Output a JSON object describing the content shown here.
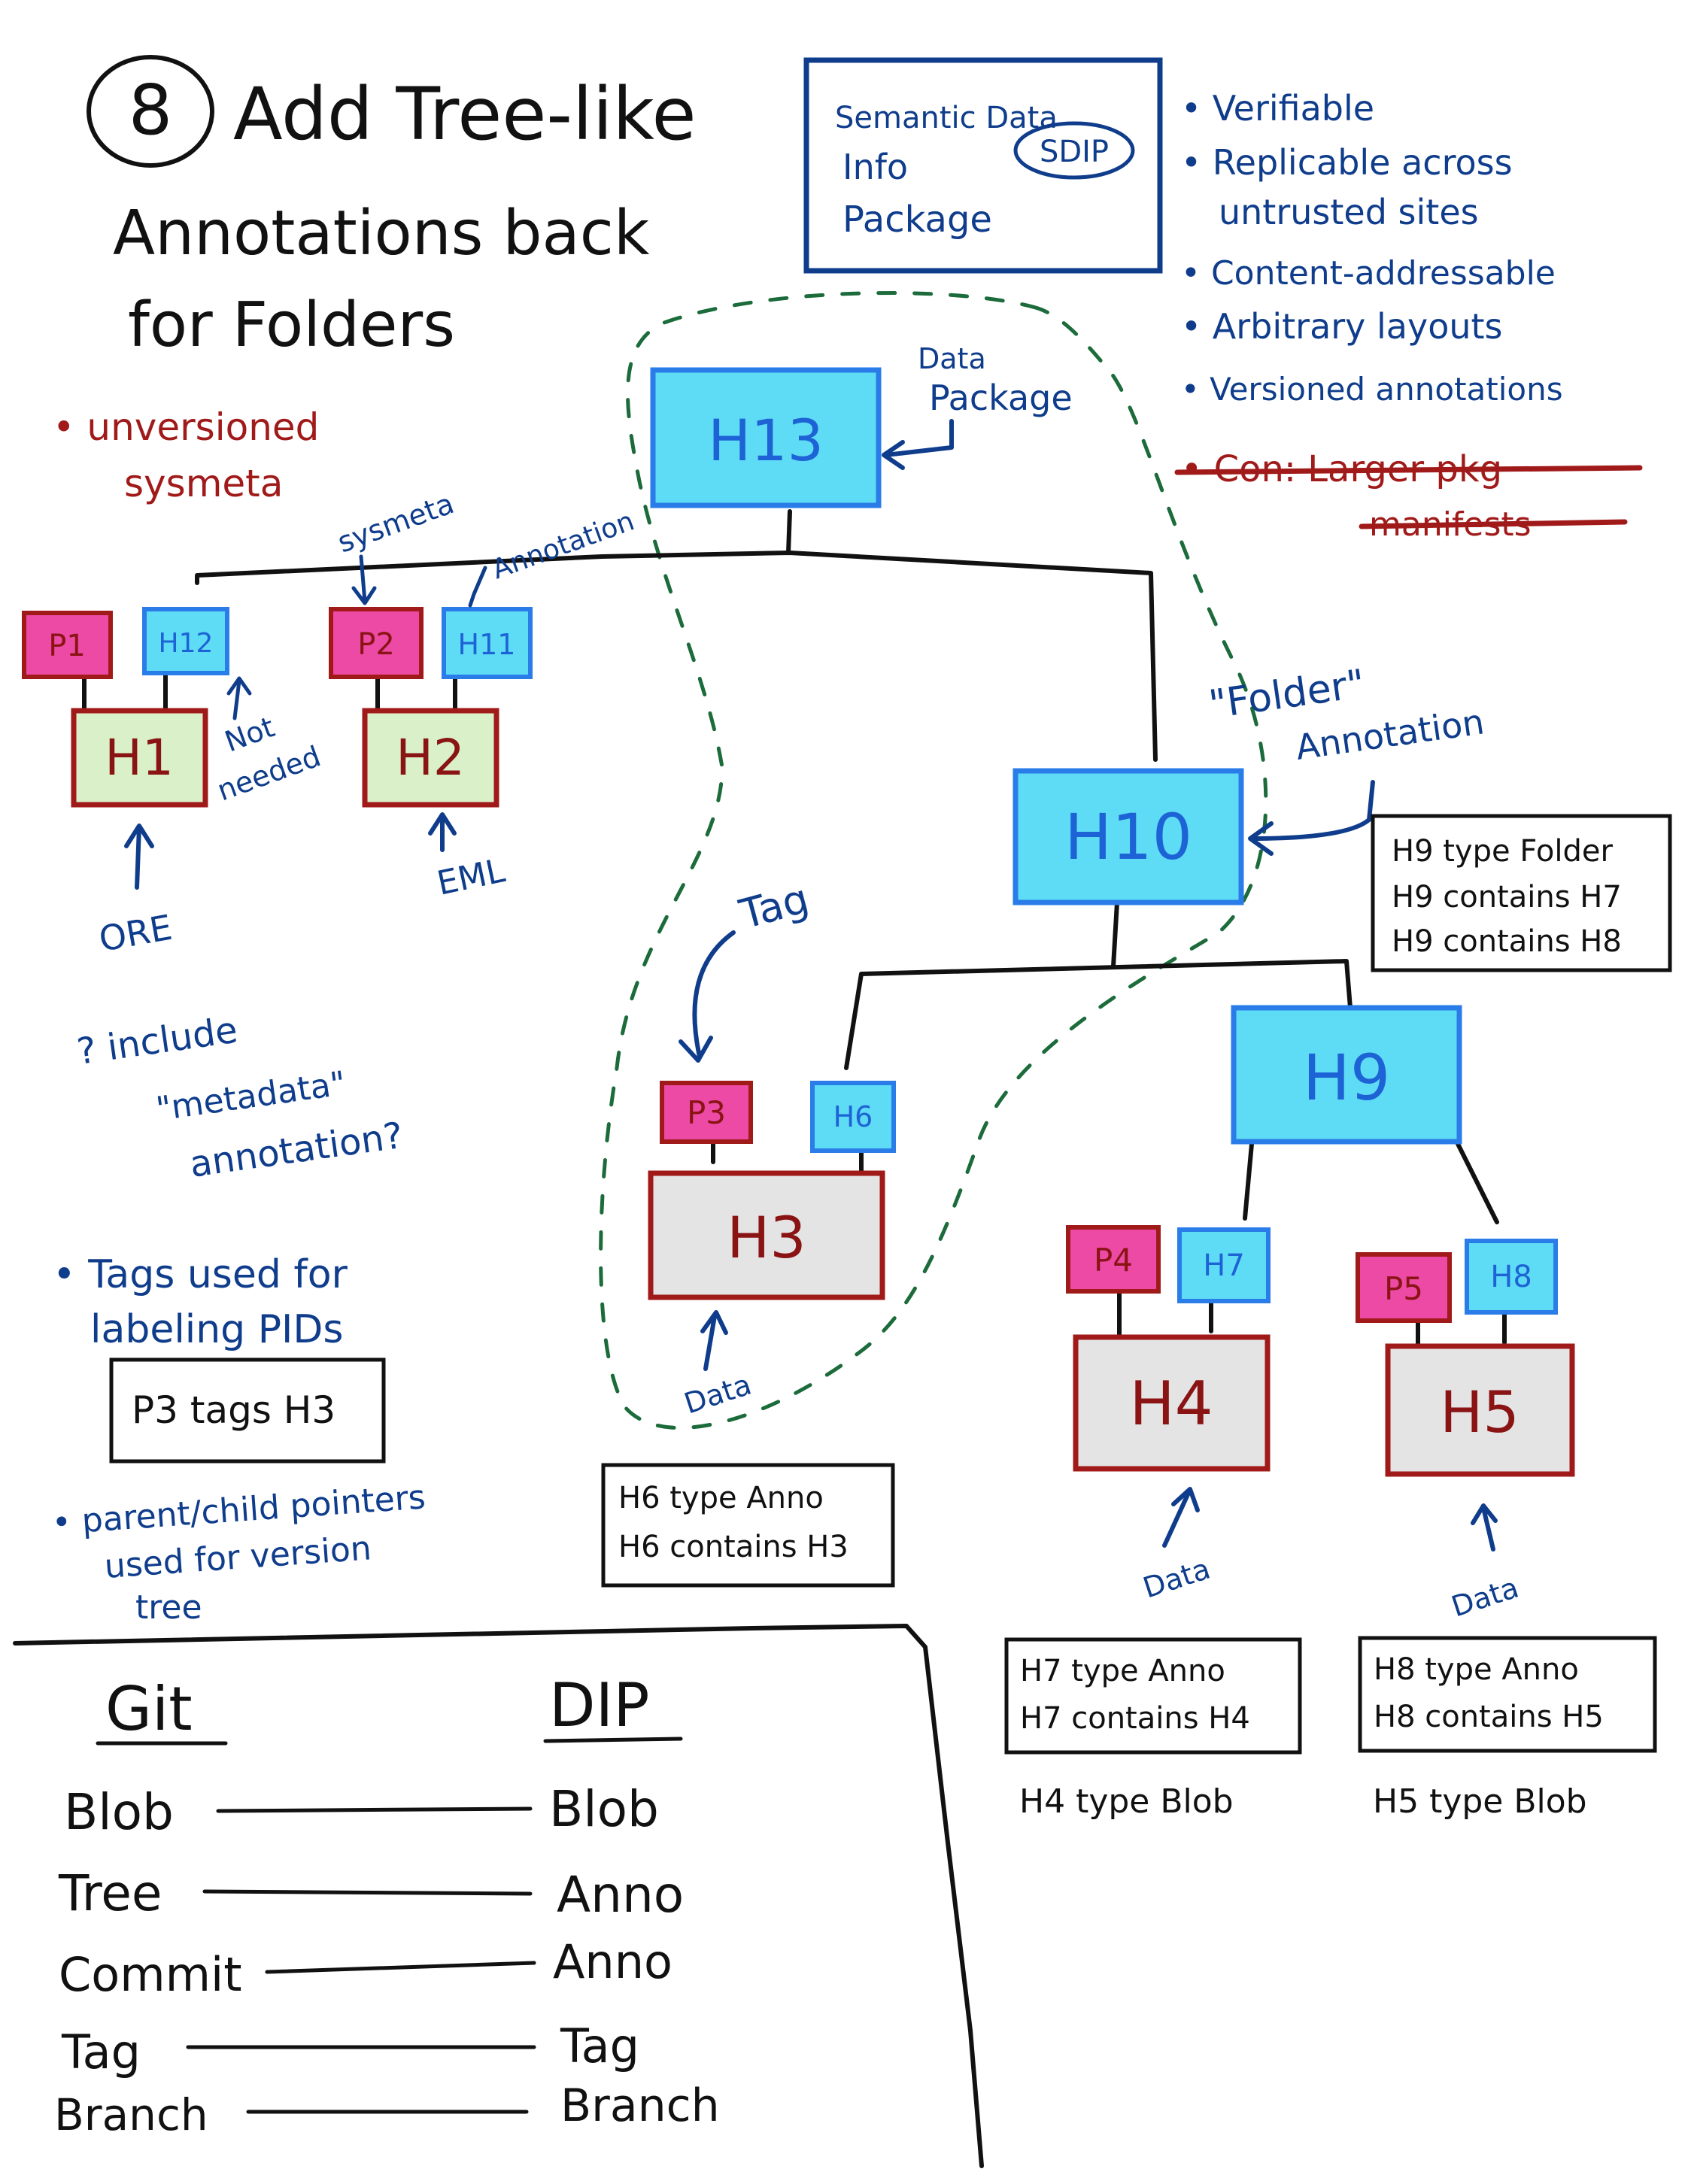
{
  "colors": {
    "ink": "#111111",
    "blue_ink": "#0f3d8c",
    "red_ink": "#a11a1a",
    "cyan_fill": "#5fdcf5",
    "cyan_stroke": "#2a7de8",
    "pink_fill": "#ec4aa5",
    "green_fill": "#d9f0c9",
    "grey_fill": "#e4e4e4",
    "dashed_green": "#1c6b3b"
  },
  "title": {
    "number": "8",
    "line1": "Add Tree-like",
    "line2": "Annotations back",
    "line3": "for Folders"
  },
  "sdip": {
    "line1": "Semantic Data",
    "line2": "Info",
    "line3": "Package",
    "abbrev": "SDIP"
  },
  "features": [
    "• Verifiable",
    "• Replicable across",
    "untrusted sites",
    "• Content-addressable",
    "• Arbitrary layouts",
    "• Versioned annotations"
  ],
  "con": {
    "line1": "• Con: Larger pkg",
    "line2": "manifests"
  },
  "unversioned": {
    "line1": "• unversioned",
    "line2": "sysmeta"
  },
  "nodes": {
    "h13": "H13",
    "h10": "H10",
    "h9": "H9",
    "h1": "H1",
    "h2": "H2",
    "h3": "H3",
    "h4": "H4",
    "h5": "H5",
    "h6": "H6",
    "h7": "H7",
    "h8": "H8",
    "h11": "H11",
    "h12": "H12",
    "p1": "P1",
    "p2": "P2",
    "p3": "P3",
    "p4": "P4",
    "p5": "P5"
  },
  "labels": {
    "data_package_1": "Data",
    "data_package_2": "Package",
    "sysmeta": "sysmeta",
    "annotation": "Annotation",
    "not_needed_1": "Not",
    "not_needed_2": "needed",
    "ore": "ORE",
    "eml": "EML",
    "folder_annotation_1": "\"Folder\"",
    "folder_annotation_2": "Annotation",
    "tag": "Tag",
    "data_h3": "Data",
    "data_h4": "Data",
    "data_h5": "Data"
  },
  "boxes": {
    "folder": [
      "H9 type Folder",
      "H9 contains H7",
      "H9 contains H8"
    ],
    "h6": [
      "H6 type Anno",
      "H6 contains H3"
    ],
    "h7": [
      "H7 type Anno",
      "H7 contains H4"
    ],
    "h8": [
      "H8 type Anno",
      "H8 contains H5"
    ],
    "tags": [
      "P3 tags H3"
    ]
  },
  "blob_notes": {
    "h4": "H4 type Blob",
    "h5": "H5 type Blob"
  },
  "notes": {
    "metadata_1": "? include",
    "metadata_2": "\"metadata\"",
    "metadata_3": "annotation?",
    "tags_1": "• Tags used for",
    "tags_2": "labeling PIDs",
    "parent_1": "• parent/child pointers",
    "parent_2": "used for version",
    "parent_3": "tree"
  },
  "comparison": {
    "git_header": "Git",
    "dip_header": "DIP",
    "rows": [
      {
        "git": "Blob",
        "dip": "Blob"
      },
      {
        "git": "Tree",
        "dip": "Anno"
      },
      {
        "git": "Commit",
        "dip": "Anno"
      },
      {
        "git": "Tag",
        "dip": "Tag"
      },
      {
        "git": "Branch",
        "dip": "Branch"
      }
    ]
  }
}
